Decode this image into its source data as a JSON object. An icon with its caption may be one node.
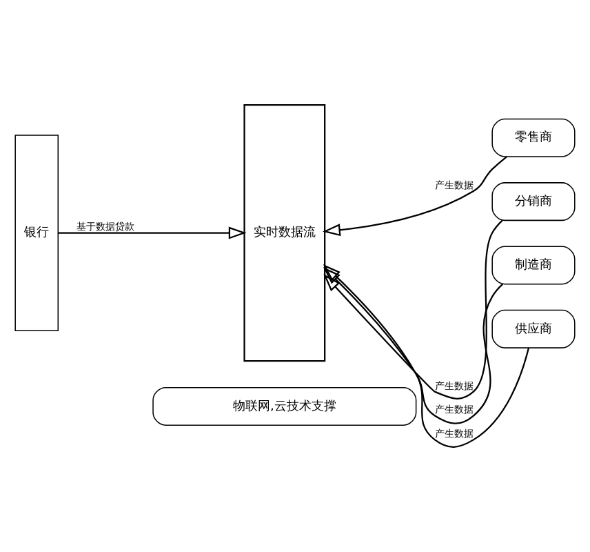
{
  "diagram": {
    "nodes": [
      {
        "text": [
          "银行"
        ]
      },
      {
        "text": [
          "实时数据流"
        ]
      },
      {
        "text": [
          "零售商"
        ]
      },
      {
        "text": [
          "分销商"
        ]
      },
      {
        "text": [
          "制造商"
        ]
      },
      {
        "text": [
          "供应商"
        ]
      },
      {
        "text": [
          "物联网,云技术支撑"
        ]
      }
    ],
    "edges": [
      {
        "from": 0,
        "to": 1,
        "arrow": "to",
        "label": "基于数据贷款"
      },
      {
        "from": 2,
        "to": 1,
        "arrow": "to",
        "label": "产生数据"
      },
      {
        "from": 3,
        "to": 1,
        "arrow": "to",
        "label": "产生数据"
      },
      {
        "from": 4,
        "to": 1,
        "arrow": "to",
        "label": "产生数据"
      },
      {
        "from": 5,
        "to": 1,
        "arrow": "to",
        "label": "产生数据"
      }
    ]
  }
}
